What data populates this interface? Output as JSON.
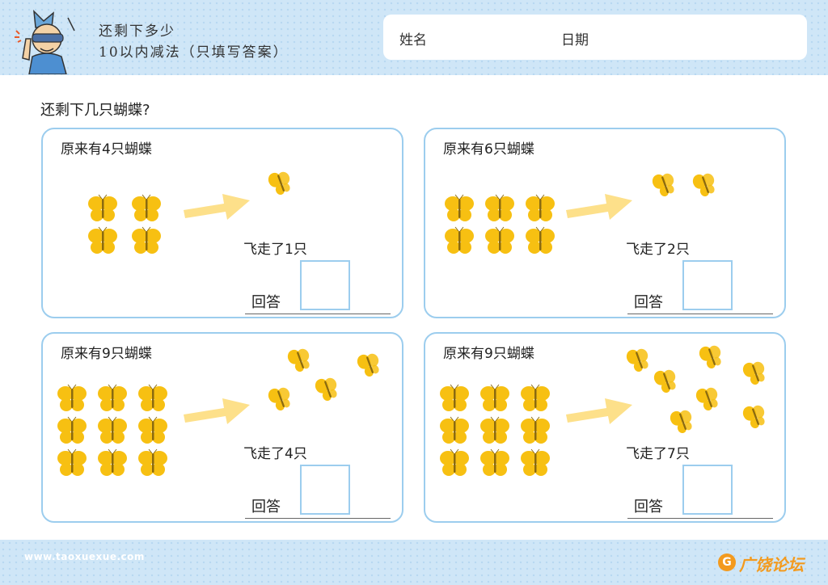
{
  "header": {
    "title_line1": "还剩下多少",
    "title_line2": "10以内减法（只填写答案）",
    "name_label": "姓名",
    "date_label": "日期"
  },
  "question": "还剩下几只蝴蝶?",
  "panels": [
    {
      "label": "原来有4只蝴蝶",
      "fly_label": "飞走了1只",
      "answer_label": "回答",
      "original_count": 4,
      "flown_count": 1
    },
    {
      "label": "原来有6只蝴蝶",
      "fly_label": "飞走了2只",
      "answer_label": "回答",
      "original_count": 6,
      "flown_count": 2
    },
    {
      "label": "原来有9只蝴蝶",
      "fly_label": "飞走了4只",
      "answer_label": "回答",
      "original_count": 9,
      "flown_count": 4
    },
    {
      "label": "原来有9只蝴蝶",
      "fly_label": "飞走了7只",
      "answer_label": "回答",
      "original_count": 9,
      "flown_count": 7
    }
  ],
  "footer": {
    "url": "www.taoxuexue.com",
    "logo_text": "广饶论坛",
    "logo_icon": "g-logo-icon"
  },
  "colors": {
    "band": "#cfe6f7",
    "panel_border": "#9ccdee",
    "butterfly": "#f7c012",
    "arrow": "#fde08a",
    "logo": "#f39a1e"
  }
}
